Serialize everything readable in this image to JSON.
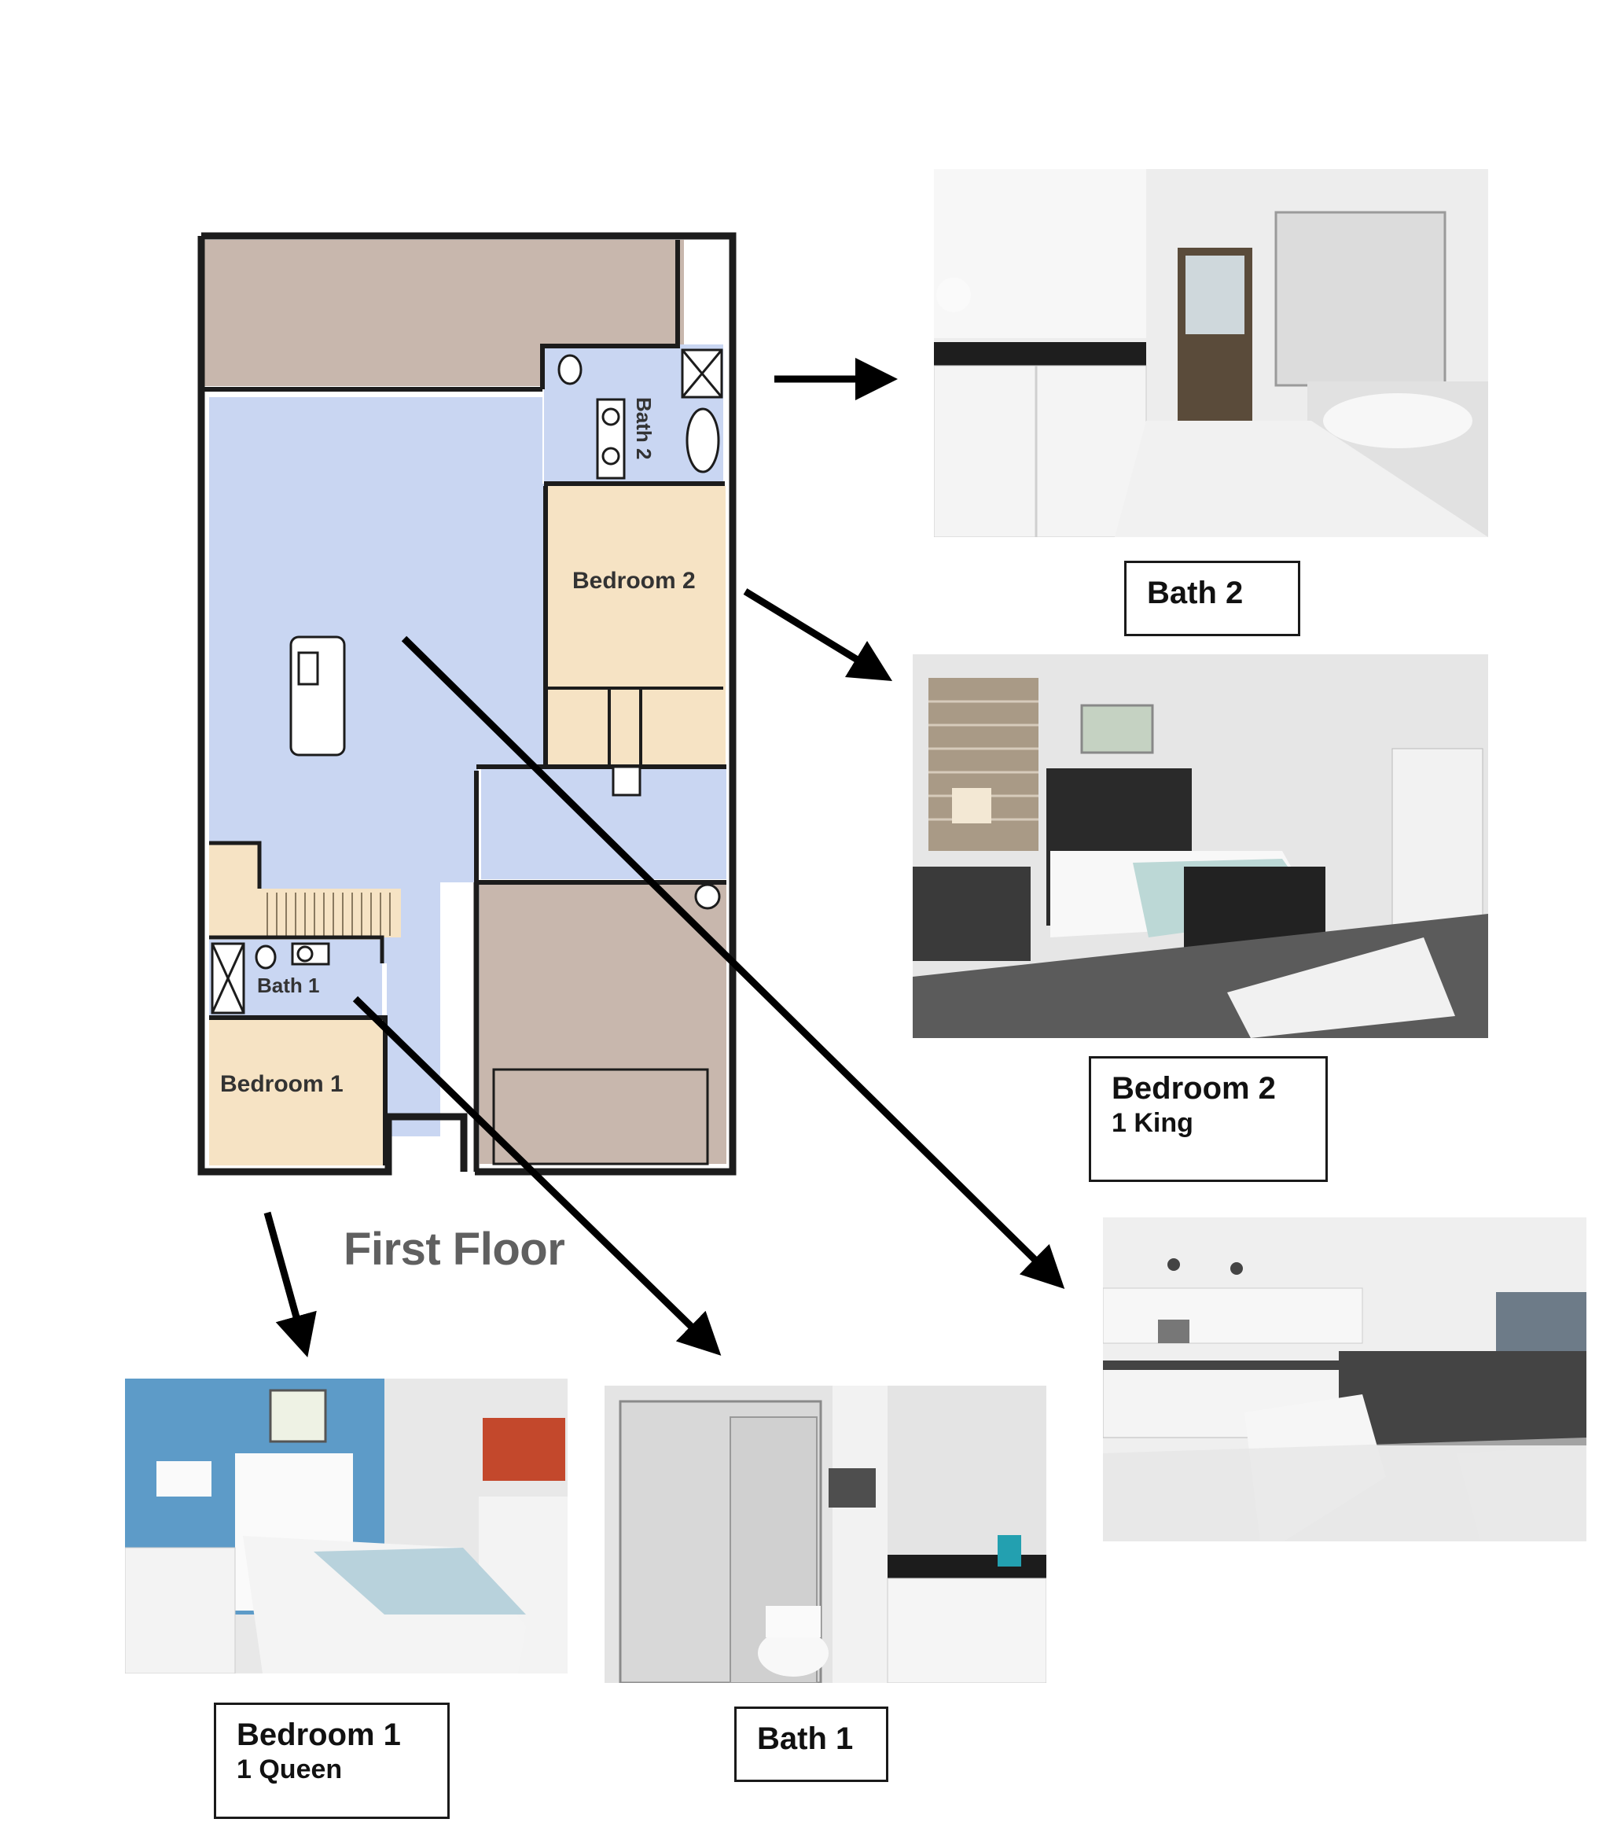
{
  "floor_title": "First Floor",
  "plan_labels": {
    "bath2": "Bath 2",
    "bedroom2": "Bedroom 2",
    "bath1": "Bath 1",
    "bedroom1": "Bedroom 1"
  },
  "photo_labels": {
    "bath2": {
      "title": "Bath 2"
    },
    "bedroom2": {
      "title": "Bedroom 2",
      "sub": "1 King"
    },
    "bedroom1": {
      "title": "Bedroom 1",
      "sub": "1 Queen"
    },
    "bath1": {
      "title": "Bath 1"
    }
  },
  "colors": {
    "living": "#c9d6f2",
    "bedroom": "#f6e3c4",
    "garage": "#c8b7ad",
    "wall": "#1c1c1c",
    "arrow": "#000000"
  }
}
